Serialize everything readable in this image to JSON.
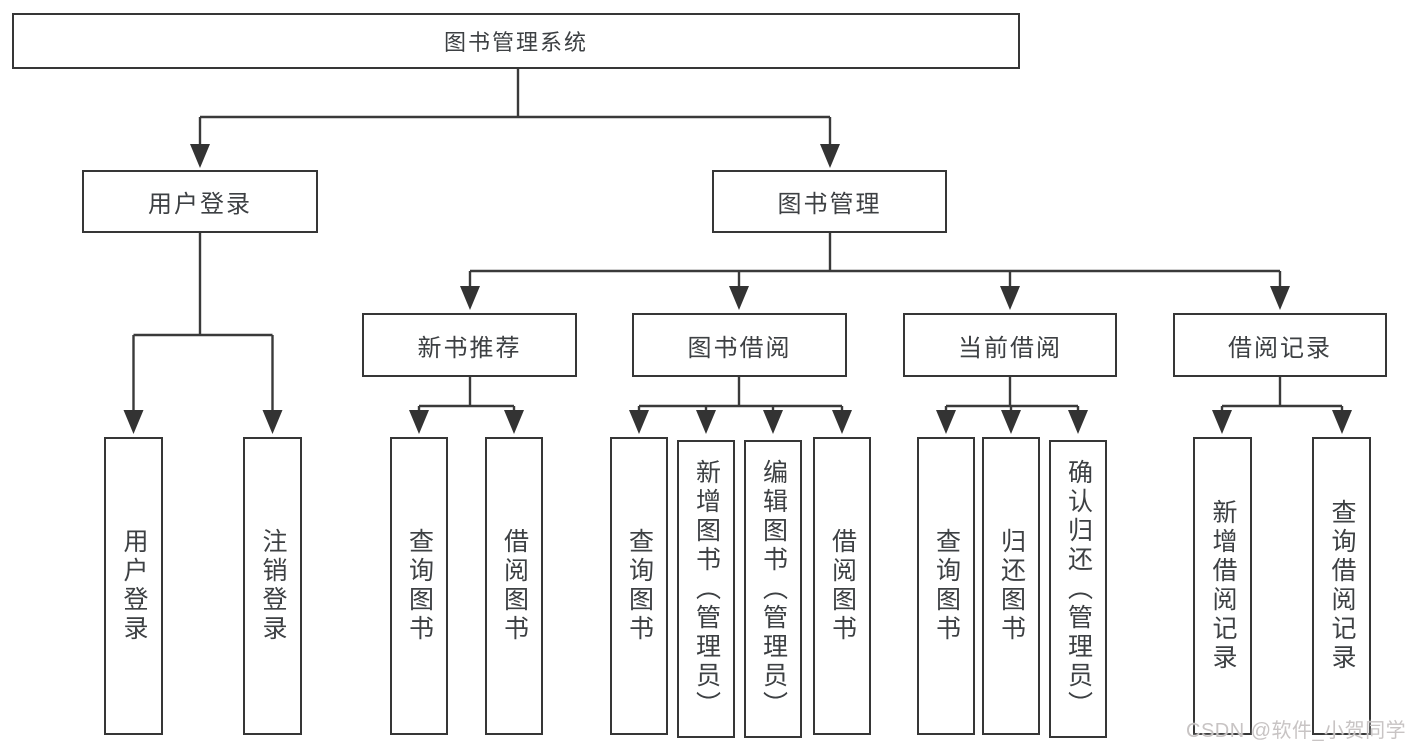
{
  "diagram": {
    "root": {
      "label": "图书管理系统"
    },
    "branches": [
      {
        "label": "用户登录",
        "children": [
          {
            "label": "用户登录"
          },
          {
            "label": "注销登录"
          }
        ]
      },
      {
        "label": "图书管理",
        "children": [
          {
            "label": "新书推荐",
            "children": [
              {
                "label": "查询图书"
              },
              {
                "label": "借阅图书"
              }
            ]
          },
          {
            "label": "图书借阅",
            "children": [
              {
                "label": "查询图书"
              },
              {
                "label": "新增图书（管理员）"
              },
              {
                "label": "编辑图书（管理员）"
              },
              {
                "label": "借阅图书"
              }
            ]
          },
          {
            "label": "当前借阅",
            "children": [
              {
                "label": "查询图书"
              },
              {
                "label": "归还图书"
              },
              {
                "label": "确认归还（管理员）"
              }
            ]
          },
          {
            "label": "借阅记录",
            "children": [
              {
                "label": "新增借阅记录"
              },
              {
                "label": "查询借阅记录"
              }
            ]
          }
        ]
      }
    ]
  },
  "watermark": {
    "text": "CSDN @软件_小贺同学"
  },
  "colors": {
    "line": "#3a3a3a",
    "box_border": "#363636",
    "text": "#3d4043",
    "watermark": "#c8c4c4",
    "background": "#ffffff"
  }
}
